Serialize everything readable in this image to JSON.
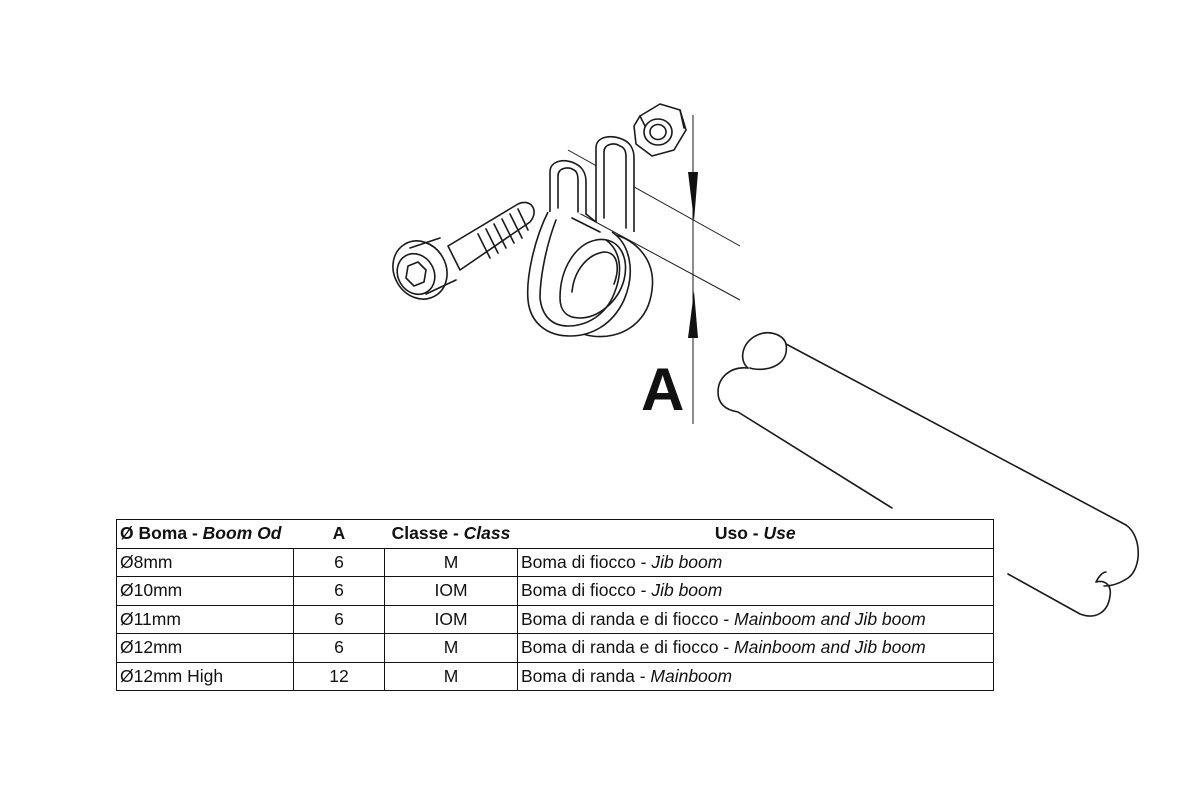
{
  "dimension_label": "A",
  "table": {
    "headers": [
      {
        "main": "Ø Boma",
        "sep": " - ",
        "alt": "Boom Od"
      },
      {
        "main": "A",
        "sep": "",
        "alt": ""
      },
      {
        "main": "Classe",
        "sep": " - ",
        "alt": "Class"
      },
      {
        "main": "Uso",
        "sep": " - ",
        "alt": "Use"
      }
    ],
    "rows": [
      {
        "boom": "Ø8mm",
        "a": "6",
        "class": "M",
        "use_it": "Boma di fiocco",
        "sep": " - ",
        "use_en": "Jib boom"
      },
      {
        "boom": "Ø10mm",
        "a": "6",
        "class": "IOM",
        "use_it": "Boma di fiocco",
        "sep": " - ",
        "use_en": "Jib boom"
      },
      {
        "boom": "Ø11mm",
        "a": "6",
        "class": "IOM",
        "use_it": "Boma di randa e di fiocco",
        "sep": " - ",
        "use_en": "Mainboom and Jib boom"
      },
      {
        "boom": "Ø12mm",
        "a": "6",
        "class": "M",
        "use_it": "Boma di randa e di fiocco",
        "sep": " - ",
        "use_en": "Mainboom and Jib boom"
      },
      {
        "boom": "Ø12mm High",
        "a": "12",
        "class": "M",
        "use_it": "Boma di randa",
        "sep": " - ",
        "use_en": "Mainboom"
      }
    ]
  }
}
